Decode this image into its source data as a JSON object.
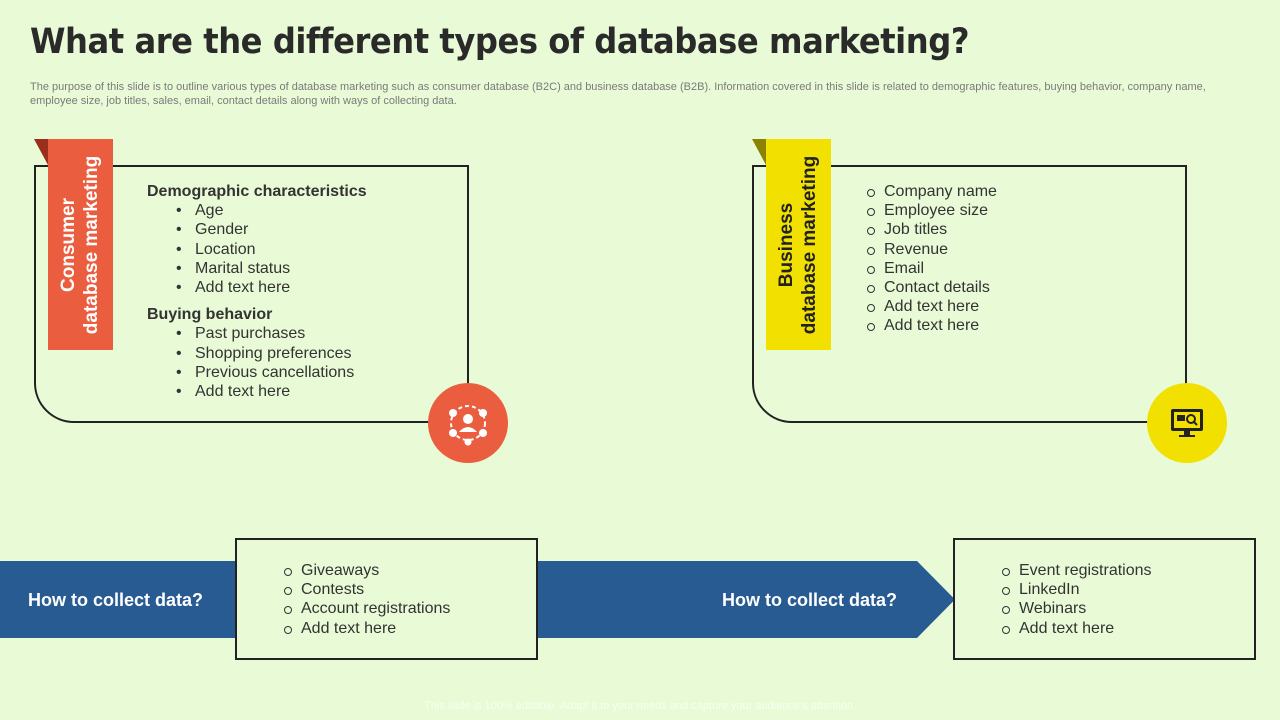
{
  "title": "What are the different types of database marketing?",
  "subtitle": "The purpose of this slide is to outline various types of database marketing such as consumer database (B2C) and business database (B2B). Information covered in this slide is related to demographic features, buying behavior, company name, employee size, job titles, sales, email, contact details along with ways of collecting data.",
  "consumer": {
    "tab_line1": "Consumer",
    "tab_line2": "database marketing",
    "section1_title": "Demographic characteristics",
    "section1_items": [
      "Age",
      "Gender",
      "Location",
      "Marital status",
      "Add text here"
    ],
    "section2_title": "Buying behavior",
    "section2_items": [
      "Past purchases",
      "Shopping preferences",
      "Previous cancellations",
      "Add text here"
    ],
    "icon": "customer-network-icon",
    "color": "#eb5d3f"
  },
  "business": {
    "tab_line1": "Business",
    "tab_line2": "database marketing",
    "items": [
      "Company name",
      "Employee size",
      "Job titles",
      "Revenue",
      "Email",
      "Contact details",
      "Add text here",
      "Add text here"
    ],
    "icon": "monitor-analytics-icon",
    "color": "#f1e000"
  },
  "collect": {
    "left_label": "How to collect data?",
    "left_items": [
      "Giveaways",
      "Contests",
      "Account registrations",
      "Add text here"
    ],
    "right_label": "How to collect data?",
    "right_items": [
      "Event registrations",
      "LinkedIn",
      "Webinars",
      "Add text here"
    ],
    "band_color": "#285b92"
  },
  "footer": "This slide is 100% editable. Adapt it to your needs and capture your audience's attention."
}
